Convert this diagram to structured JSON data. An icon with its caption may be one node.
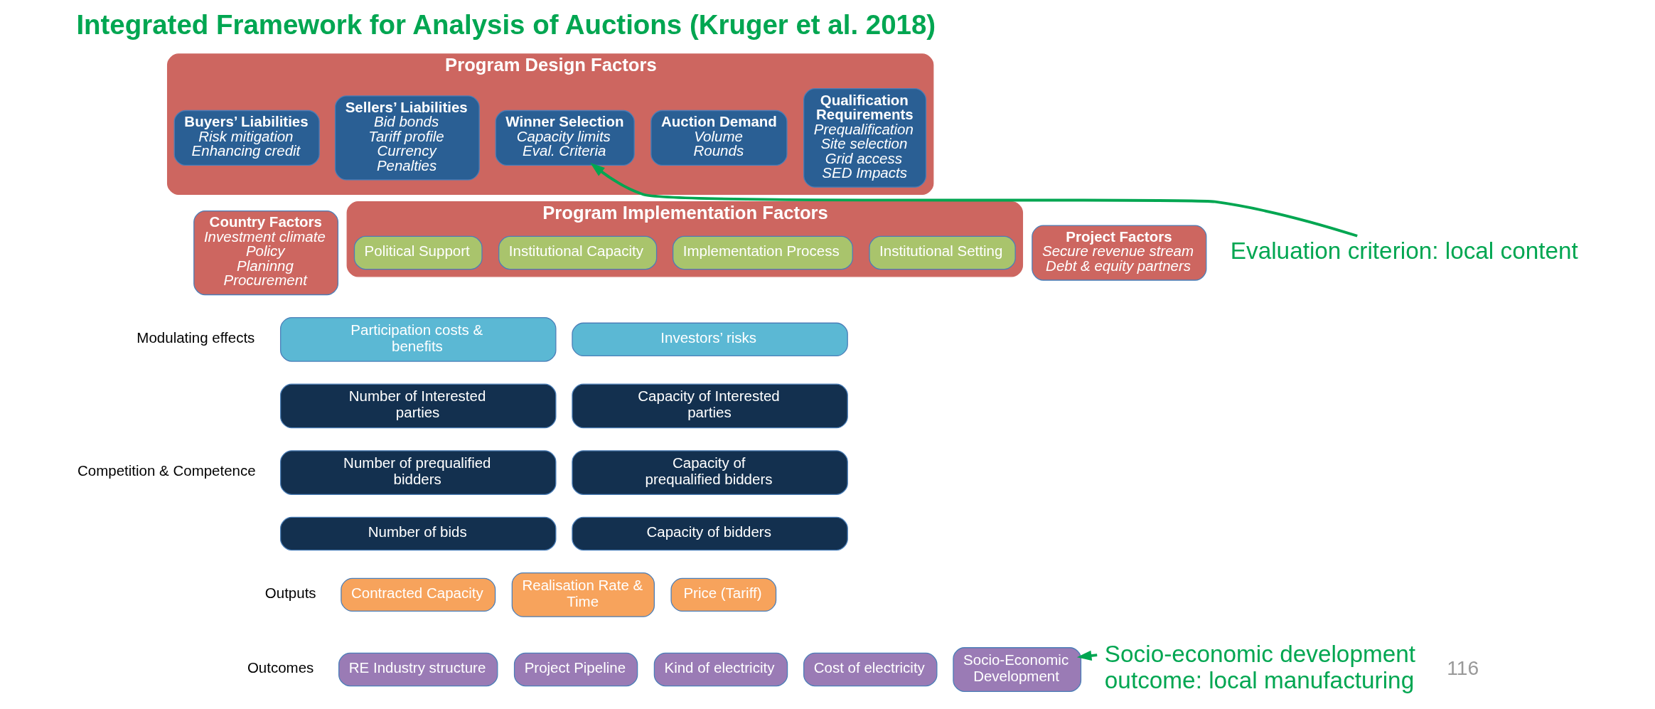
{
  "diagram": {
    "title": "Integrated Framework for Analysis of Auctions (Kruger et al. 2018)",
    "nodes": [
      {
        "text": [
          "Country Factors",
          "Investment climate",
          "Policy",
          "Planinng",
          "Procurement"
        ]
      },
      {
        "text": [
          "Program Design Factors"
        ]
      },
      {
        "text": [
          "Qualification Requirements",
          "Prequalification",
          "Site selection",
          "Grid access",
          "SED Impacts"
        ],
        "in": 1
      },
      {
        "text": [
          "Auction Demand",
          "Volume",
          "Rounds"
        ],
        "in": 1
      },
      {
        "text": [
          "Winner Selection",
          "Capacity limits",
          "Eval. Criteria"
        ],
        "in": 1
      },
      {
        "text": [
          "Sellers’ Liabilities",
          "Bid bonds",
          "Tariff profile",
          "Currency",
          "Penalties"
        ],
        "in": 1
      },
      {
        "text": [
          "Buyers’ Liabilities",
          "Risk mitigation",
          "Enhancing credit"
        ],
        "in": 1
      },
      {
        "text": [
          "Project Factors",
          "Secure revenue stream",
          "Debt & equity partners"
        ]
      },
      {
        "text": [
          "Program Implementation Factors"
        ]
      },
      {
        "text": [
          "Political Support"
        ],
        "in": 8
      },
      {
        "text": [
          "Implementation Process"
        ],
        "in": 8
      },
      {
        "text": [
          "Institutional Capacity"
        ],
        "in": 8
      },
      {
        "text": [
          "Institutional Setting"
        ],
        "in": 8
      },
      {
        "text": [
          "Participation costs & benefits"
        ]
      },
      {
        "text": [
          "Investors’ risks"
        ]
      },
      {
        "text": [
          "Number of Interested parties"
        ]
      },
      {
        "text": [
          "Capacity of Interested parties"
        ]
      },
      {
        "text": [
          "Number of prequalified bidders"
        ]
      },
      {
        "text": [
          "Capacity of prequalified bidders"
        ]
      },
      {
        "text": [
          "Number of bids"
        ]
      },
      {
        "text": [
          "Capacity of bidders"
        ]
      },
      {
        "text": [
          "Contracted Capacity"
        ]
      },
      {
        "text": [
          "Realisation Rate & Time"
        ]
      },
      {
        "text": [
          "Price (Tariff)"
        ]
      },
      {
        "text": [
          "RE Industry structure"
        ]
      },
      {
        "text": [
          "Project Pipeline"
        ]
      },
      {
        "text": [
          "Kind of electricity"
        ]
      },
      {
        "text": [
          "Cost of electricity"
        ]
      },
      {
        "text": [
          "Socio-Economic Development"
        ]
      },
      {
        "text": [
          "Evaluation criterion: local content"
        ]
      },
      {
        "text": [
          "Socio-economic development outcome: local manufacturing"
        ]
      }
    ],
    "edges": [
      {
        "from": 29,
        "to": 4,
        "arrow": "to"
      },
      {
        "from": 30,
        "to": 28,
        "arrow": "to"
      }
    ],
    "labels": [
      "Modulating effects",
      "Competition & Competence",
      "Outputs",
      "Outcomes",
      "116"
    ]
  }
}
